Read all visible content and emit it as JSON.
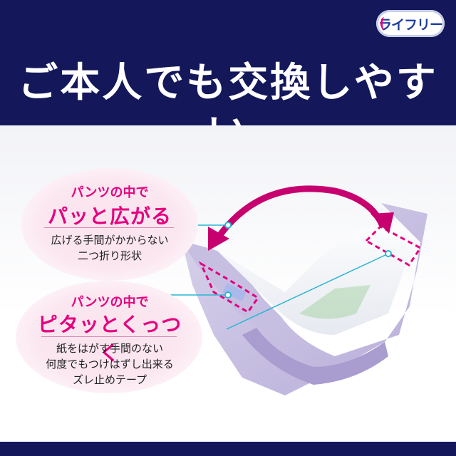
{
  "brand": {
    "logo_text": "ライフリー",
    "accent": "#e4007f",
    "navy": "#14185a",
    "logo_blue": "#1e3f9e"
  },
  "header": {
    "headline": "ご本人でも交換しやすい"
  },
  "callout_1": {
    "line1": "パンツの中で",
    "line2": "パッと広がる",
    "desc_line1": "広げる手間がかからない",
    "desc_line2": "二つ折り形状"
  },
  "callout_2": {
    "line1": "パンツの中で",
    "line2": "ピタッとくっつく",
    "desc_line1": "紙をはがす手間のない",
    "desc_line2": "何度でもつけはずし出来る",
    "desc_line3": "ズレ止めテープ"
  }
}
